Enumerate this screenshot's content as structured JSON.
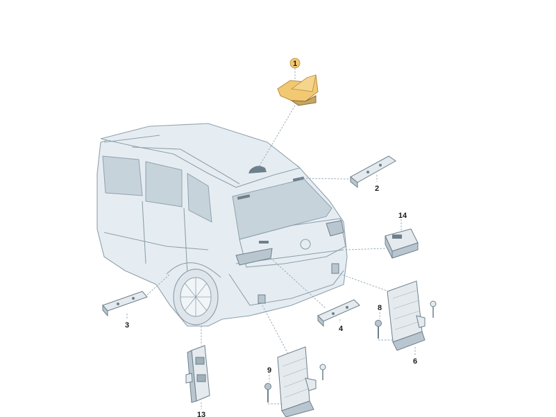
{
  "callouts": {
    "c1": "1",
    "c2": "2",
    "c3": "3",
    "c4": "4",
    "c6": "6",
    "c8": "8",
    "c9": "9",
    "c13": "13",
    "c14": "14"
  },
  "colors": {
    "highlight": "#f2c872",
    "outline": "#8ea0ac",
    "background": "#ffffff"
  }
}
